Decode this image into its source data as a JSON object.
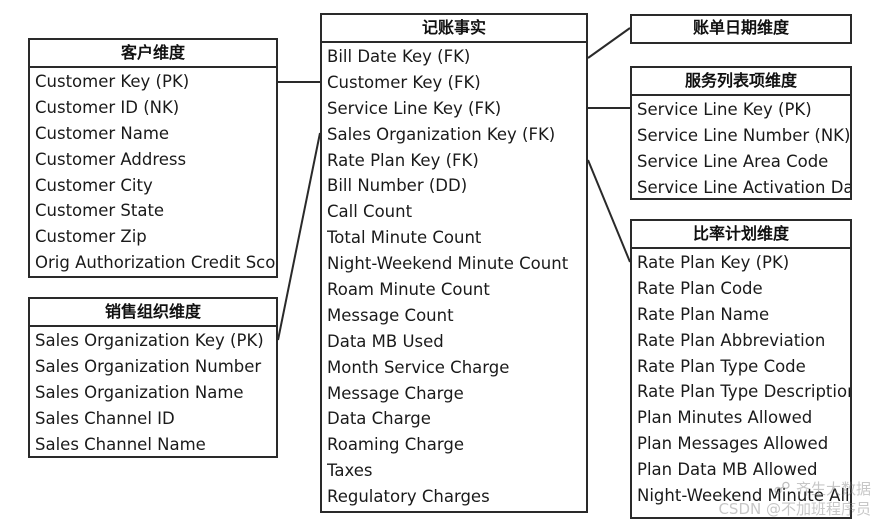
{
  "fact_table": {
    "title": "记账事实",
    "fields": [
      "Bill Date Key (FK)",
      "Customer Key (FK)",
      "Service Line Key (FK)",
      "Sales Organization Key (FK)",
      "Rate Plan Key (FK)",
      "Bill Number (DD)",
      "Call Count",
      "Total Minute Count",
      "Night-Weekend Minute Count",
      "Roam Minute Count",
      "Message Count",
      "Data MB Used",
      "Month Service Charge",
      "Message Charge",
      "Data Charge",
      "Roaming Charge",
      "Taxes",
      "Regulatory Charges"
    ]
  },
  "customer_dimension": {
    "title": "客户维度",
    "fields": [
      "Customer Key (PK)",
      "Customer ID (NK)",
      "Customer Name",
      "Customer Address",
      "Customer City",
      "Customer State",
      "Customer Zip",
      "Orig Authorization Credit Score"
    ]
  },
  "sales_org_dimension": {
    "title": "销售组织维度",
    "fields": [
      "Sales Organization Key (PK)",
      "Sales Organization Number",
      "Sales Organization Name",
      "Sales Channel ID",
      "Sales Channel Name"
    ]
  },
  "bill_date_dimension": {
    "title": "账单日期维度"
  },
  "service_line_dimension": {
    "title": "服务列表项维度",
    "fields": [
      "Service Line Key (PK)",
      "Service Line Number (NK)",
      "Service Line Area Code",
      "Service Line Activation Date"
    ]
  },
  "rate_plan_dimension": {
    "title": "比率计划维度",
    "fields": [
      "Rate Plan Key (PK)",
      "Rate Plan Code",
      "Rate Plan Name",
      "Rate Plan Abbreviation",
      "Rate Plan Type Code",
      "Rate Plan Type Description",
      "Plan Minutes Allowed",
      "Plan Messages Allowed",
      "Plan Data MB Allowed",
      "Night-Weekend Minute Allowed"
    ]
  },
  "watermark": {
    "line1": "齐生大数据",
    "line2": "CSDN @不加班程序员"
  },
  "colors": {
    "border": "#2a2a2a",
    "text": "#1a1a1a",
    "background": "#ffffff"
  }
}
